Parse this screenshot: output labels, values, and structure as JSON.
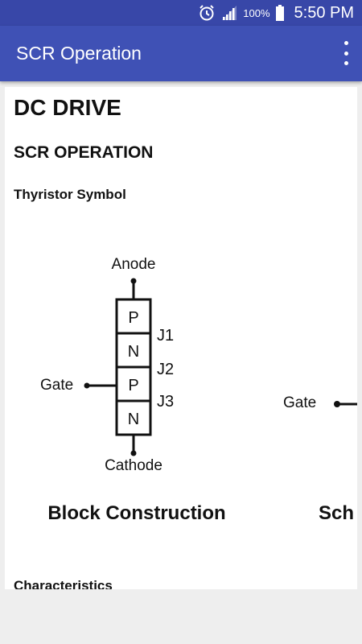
{
  "status_bar": {
    "battery_percent": "100%",
    "time": "5:50 PM",
    "icons": [
      "alarm-icon",
      "signal-icon",
      "battery-icon"
    ]
  },
  "app_bar": {
    "title": "SCR Operation",
    "menu_icon": "more-vert-icon"
  },
  "content": {
    "heading1": "DC DRIVE",
    "heading2": "SCR OPERATION",
    "heading3": "Thyristor Symbol",
    "diagram": {
      "anode": "Anode",
      "cathode": "Cathode",
      "gate": "Gate",
      "layers": [
        "P",
        "N",
        "P",
        "N"
      ],
      "junctions": [
        "J1",
        "J2",
        "J3"
      ],
      "caption_left": "Block Construction",
      "caption_right": "Sch",
      "gate_right": "Gate"
    },
    "next_heading": "Characteristics"
  },
  "colors": {
    "status_bar": "#3847a8",
    "app_bar": "#3f51b5",
    "background": "#eeeeee"
  }
}
